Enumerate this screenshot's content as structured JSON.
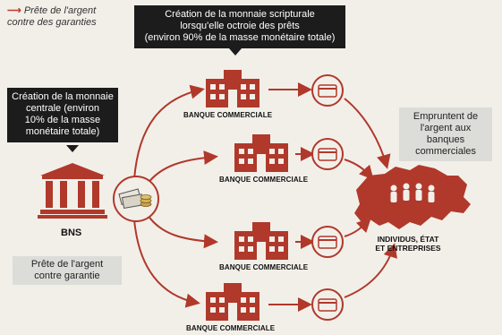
{
  "legend": {
    "arrow": "⟶",
    "text": "Prête de l'argent contre des garanties"
  },
  "callout_top": {
    "line1": "Création de la monnaie scripturale",
    "line2": "lorsqu'elle octroie des prêts",
    "line3": "(environ 90% de la masse monétaire totale)"
  },
  "callout_left": {
    "line1": "Création de la monnaie",
    "line2": "centrale (environ",
    "line3": "10% de la masse",
    "line4": "monétaire totale)"
  },
  "bns": {
    "label": "BNS",
    "note_line1": "Prête de l'argent",
    "note_line2": "contre garantie"
  },
  "banks": [
    {
      "label": "BANQUE COMMERCIALE"
    },
    {
      "label": "BANQUE COMMERCIALE"
    },
    {
      "label": "BANQUE COMMERCIALE"
    },
    {
      "label": "BANQUE COMMERCIALE"
    }
  ],
  "borrowers": {
    "note_line1": "Empruntent de",
    "note_line2": "l'argent aux banques",
    "note_line3": "commerciales",
    "label_line1": "INDIVIDUS, ÉTAT",
    "label_line2": "ET ENTREPRISES"
  },
  "colors": {
    "accent": "#b0392b",
    "dark": "#1c1c1c",
    "light_box": "#dcdcd8",
    "background": "#f2efe9"
  }
}
